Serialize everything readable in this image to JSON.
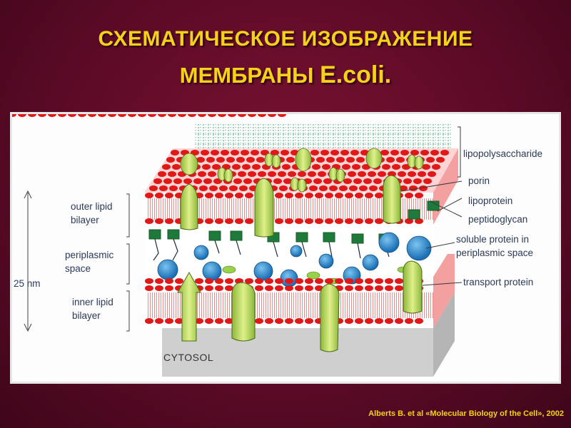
{
  "title": {
    "line1": "СХЕМАТИЧЕСКОЕ ИЗОБРАЖЕНИЕ",
    "line2_prefix": "МЕМБРАНЫ ",
    "line2_organism": "E.coli."
  },
  "diagram": {
    "labels_right": {
      "lipopolysaccharide": "lipopolysaccharide",
      "porin": "porin",
      "lipoprotein": "lipoprotein",
      "peptidoglycan": "peptidoglycan",
      "soluble_protein_1": "soluble protein in",
      "soluble_protein_2": "periplasmic space",
      "transport_protein": "transport protein"
    },
    "labels_left": {
      "outer_1": "outer lipid",
      "outer_2": "bilayer",
      "peri_1": "periplasmic",
      "peri_2": "space",
      "inner_1": "inner lipid",
      "inner_2": "bilayer",
      "scale": "25 nm"
    },
    "cytosol": "CYTOSOL"
  },
  "citation": "Alberts B. et al «Molecular Biology of the Cell», 2002",
  "colors": {
    "background": "#5a0a26",
    "title": "#f5d21a",
    "lipid_head": "#e01818",
    "protein_green": "#c8e070",
    "protein_blue": "#2a8ad0",
    "peptidoglycan": "#1e7a3a",
    "cytosol": "#cfcfcf"
  }
}
